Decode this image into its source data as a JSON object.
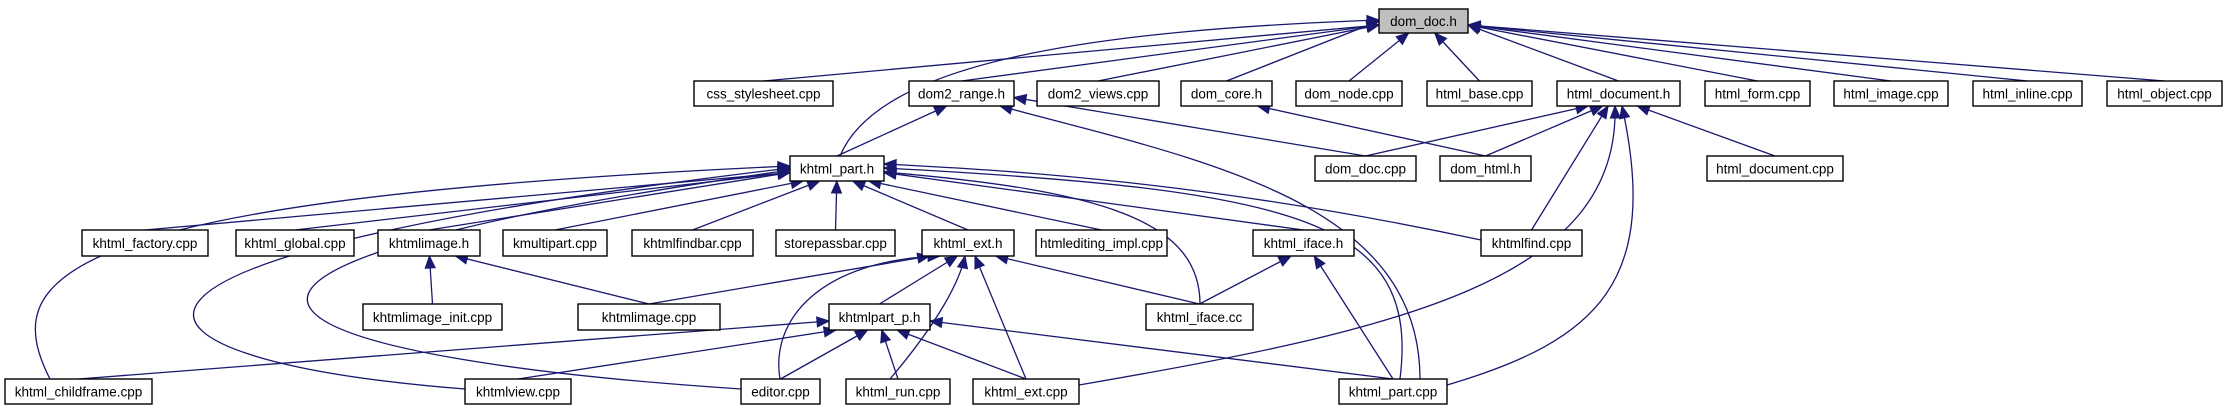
{
  "title": "Include dependency graph for dom_doc.h (included-by graph)",
  "colors": {
    "edge": "#191970",
    "root_fill": "#bfbfbf",
    "node_fill": "#ffffff",
    "node_border": "#000000"
  },
  "root": "dom_doc.h",
  "nodes": [
    {
      "id": "dom_doc_h",
      "label": "dom_doc.h"
    },
    {
      "id": "css_stylesheet_cpp",
      "label": "css_stylesheet.cpp"
    },
    {
      "id": "dom2_range_h",
      "label": "dom2_range.h"
    },
    {
      "id": "dom2_views_cpp",
      "label": "dom2_views.cpp"
    },
    {
      "id": "dom_core_h",
      "label": "dom_core.h"
    },
    {
      "id": "dom_node_cpp",
      "label": "dom_node.cpp"
    },
    {
      "id": "html_base_cpp",
      "label": "html_base.cpp"
    },
    {
      "id": "html_document_h",
      "label": "html_document.h"
    },
    {
      "id": "html_form_cpp",
      "label": "html_form.cpp"
    },
    {
      "id": "html_image_cpp",
      "label": "html_image.cpp"
    },
    {
      "id": "html_inline_cpp",
      "label": "html_inline.cpp"
    },
    {
      "id": "html_object_cpp",
      "label": "html_object.cpp"
    },
    {
      "id": "khtml_part_h",
      "label": "khtml_part.h"
    },
    {
      "id": "dom_doc_cpp",
      "label": "dom_doc.cpp"
    },
    {
      "id": "dom_html_h",
      "label": "dom_html.h"
    },
    {
      "id": "html_document_cpp",
      "label": "html_document.cpp"
    },
    {
      "id": "khtml_factory_cpp",
      "label": "khtml_factory.cpp"
    },
    {
      "id": "khtml_global_cpp",
      "label": "khtml_global.cpp"
    },
    {
      "id": "khtmlimage_h",
      "label": "khtmlimage.h"
    },
    {
      "id": "kmultipart_cpp",
      "label": "kmultipart.cpp"
    },
    {
      "id": "khtmlfindbar_cpp",
      "label": "khtmlfindbar.cpp"
    },
    {
      "id": "storepassbar_cpp",
      "label": "storepassbar.cpp"
    },
    {
      "id": "khtml_ext_h",
      "label": "khtml_ext.h"
    },
    {
      "id": "htmlediting_impl_cpp",
      "label": "htmlediting_impl.cpp"
    },
    {
      "id": "khtml_iface_h",
      "label": "khtml_iface.h"
    },
    {
      "id": "khtmlfind_cpp",
      "label": "khtmlfind.cpp"
    },
    {
      "id": "khtmlimage_init_cpp",
      "label": "khtmlimage_init.cpp"
    },
    {
      "id": "khtmlimage_cpp",
      "label": "khtmlimage.cpp"
    },
    {
      "id": "khtmlpart_p_h",
      "label": "khtmlpart_p.h"
    },
    {
      "id": "khtml_iface_cc",
      "label": "khtml_iface.cc"
    },
    {
      "id": "khtml_childframe_cpp",
      "label": "khtml_childframe.cpp"
    },
    {
      "id": "khtmlview_cpp",
      "label": "khtmlview.cpp"
    },
    {
      "id": "editor_cpp",
      "label": "editor.cpp"
    },
    {
      "id": "khtml_run_cpp",
      "label": "khtml_run.cpp"
    },
    {
      "id": "khtml_ext_cpp",
      "label": "khtml_ext.cpp"
    },
    {
      "id": "khtml_part_cpp",
      "label": "khtml_part.cpp"
    }
  ],
  "edges": [
    {
      "from": "css_stylesheet_cpp",
      "to": "dom_doc_h"
    },
    {
      "from": "dom2_range_h",
      "to": "dom_doc_h"
    },
    {
      "from": "dom2_views_cpp",
      "to": "dom_doc_h"
    },
    {
      "from": "dom_core_h",
      "to": "dom_doc_h"
    },
    {
      "from": "dom_node_cpp",
      "to": "dom_doc_h"
    },
    {
      "from": "html_base_cpp",
      "to": "dom_doc_h"
    },
    {
      "from": "html_document_h",
      "to": "dom_doc_h"
    },
    {
      "from": "html_form_cpp",
      "to": "dom_doc_h"
    },
    {
      "from": "html_image_cpp",
      "to": "dom_doc_h"
    },
    {
      "from": "html_inline_cpp",
      "to": "dom_doc_h"
    },
    {
      "from": "html_object_cpp",
      "to": "dom_doc_h"
    },
    {
      "from": "khtml_part_h",
      "to": "dom_doc_h"
    },
    {
      "from": "khtml_part_h",
      "to": "dom2_range_h"
    },
    {
      "from": "dom_doc_cpp",
      "to": "dom2_range_h"
    },
    {
      "from": "khtml_part_cpp",
      "to": "dom2_range_h"
    },
    {
      "from": "dom_html_h",
      "to": "dom_core_h"
    },
    {
      "from": "dom_doc_cpp",
      "to": "html_document_h"
    },
    {
      "from": "dom_html_h",
      "to": "html_document_h"
    },
    {
      "from": "khtmlfind_cpp",
      "to": "html_document_h"
    },
    {
      "from": "html_document_cpp",
      "to": "html_document_h"
    },
    {
      "from": "khtml_ext_cpp",
      "to": "html_document_h"
    },
    {
      "from": "khtml_part_cpp",
      "to": "html_document_h"
    },
    {
      "from": "khtml_factory_cpp",
      "to": "khtml_part_h"
    },
    {
      "from": "khtml_global_cpp",
      "to": "khtml_part_h"
    },
    {
      "from": "khtmlimage_h",
      "to": "khtml_part_h"
    },
    {
      "from": "kmultipart_cpp",
      "to": "khtml_part_h"
    },
    {
      "from": "khtmlfindbar_cpp",
      "to": "khtml_part_h"
    },
    {
      "from": "storepassbar_cpp",
      "to": "khtml_part_h"
    },
    {
      "from": "khtml_ext_h",
      "to": "khtml_part_h"
    },
    {
      "from": "htmlediting_impl_cpp",
      "to": "khtml_part_h"
    },
    {
      "from": "khtml_iface_h",
      "to": "khtml_part_h"
    },
    {
      "from": "khtmlfind_cpp",
      "to": "khtml_part_h"
    },
    {
      "from": "khtml_iface_cc",
      "to": "khtml_part_h"
    },
    {
      "from": "khtml_part_cpp",
      "to": "khtml_part_h"
    },
    {
      "from": "khtml_childframe_cpp",
      "to": "khtml_part_h"
    },
    {
      "from": "khtmlview_cpp",
      "to": "khtml_part_h"
    },
    {
      "from": "editor_cpp",
      "to": "khtml_part_h"
    },
    {
      "from": "khtmlimage_init_cpp",
      "to": "khtmlimage_h"
    },
    {
      "from": "khtmlimage_cpp",
      "to": "khtmlimage_h"
    },
    {
      "from": "khtmlimage_cpp",
      "to": "khtml_ext_h"
    },
    {
      "from": "khtmlpart_p_h",
      "to": "khtml_ext_h"
    },
    {
      "from": "khtml_iface_cc",
      "to": "khtml_ext_h"
    },
    {
      "from": "editor_cpp",
      "to": "khtml_ext_h"
    },
    {
      "from": "khtml_run_cpp",
      "to": "khtml_ext_h"
    },
    {
      "from": "khtml_ext_cpp",
      "to": "khtml_ext_h"
    },
    {
      "from": "khtml_iface_cc",
      "to": "khtml_iface_h"
    },
    {
      "from": "khtml_part_cpp",
      "to": "khtml_iface_h"
    },
    {
      "from": "khtml_childframe_cpp",
      "to": "khtmlpart_p_h"
    },
    {
      "from": "khtmlview_cpp",
      "to": "khtmlpart_p_h"
    },
    {
      "from": "editor_cpp",
      "to": "khtmlpart_p_h"
    },
    {
      "from": "khtml_run_cpp",
      "to": "khtmlpart_p_h"
    },
    {
      "from": "khtml_ext_cpp",
      "to": "khtmlpart_p_h"
    },
    {
      "from": "khtml_part_cpp",
      "to": "khtmlpart_p_h"
    }
  ]
}
